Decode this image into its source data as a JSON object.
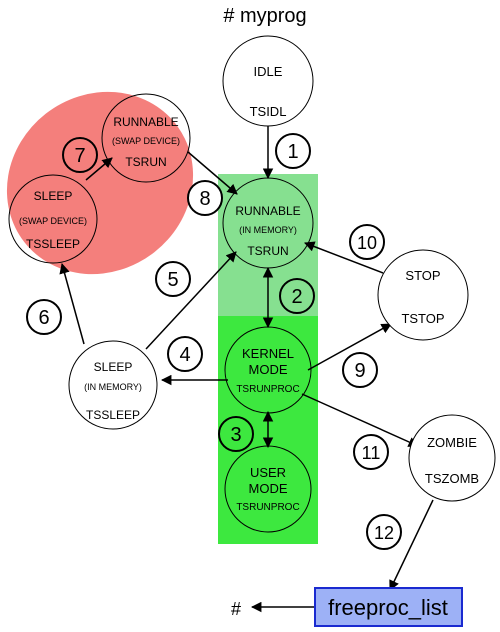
{
  "title": "# myprog",
  "colors": {
    "swap_region": "#f47f7c",
    "memory_region_light": "#86e090",
    "memory_region_dark": "#3de83f",
    "freeproc_box": "#9db1f6",
    "freeproc_border": "#1a2ad0"
  },
  "states": {
    "idle": {
      "name": "IDLE",
      "code": "TSIDL"
    },
    "runnable_swap": {
      "name": "RUNNABLE",
      "sub": "(SWAP DEVICE)",
      "code": "TSRUN"
    },
    "sleep_swap": {
      "name": "SLEEP",
      "sub": "(SWAP DEVICE)",
      "code": "TSSLEEP"
    },
    "runnable_mem": {
      "name": "RUNNABLE",
      "sub": "(IN MEMORY)",
      "code": "TSRUN"
    },
    "stop": {
      "name": "STOP",
      "code": "TSTOP"
    },
    "kernel": {
      "name1": "KERNEL",
      "name2": "MODE",
      "code": "TSRUNPROC"
    },
    "sleep_mem": {
      "name": "SLEEP",
      "sub": "(IN MEMORY)",
      "code": "TSSLEEP"
    },
    "user": {
      "name1": "USER",
      "name2": "MODE",
      "code": "TSRUNPROC"
    },
    "zombie": {
      "name": "ZOMBIE",
      "code": "TSZOMB"
    }
  },
  "transitions": [
    "1",
    "2",
    "3",
    "4",
    "5",
    "6",
    "7",
    "8",
    "9",
    "10",
    "11",
    "12"
  ],
  "freeproc_label": "freeproc_list",
  "end_symbol": "#"
}
